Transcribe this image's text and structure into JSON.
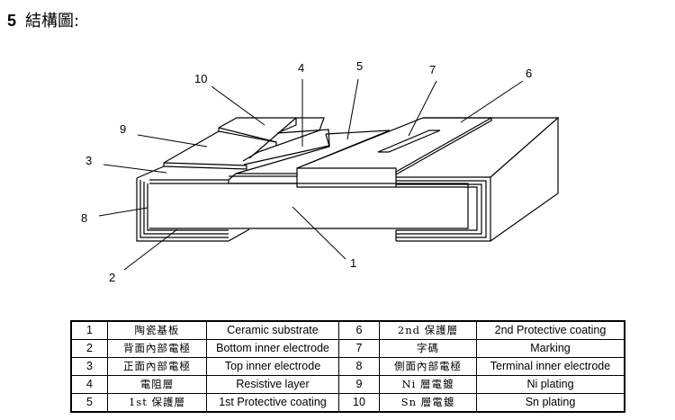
{
  "title": {
    "number": "5",
    "text": "結構圖:"
  },
  "diagram": {
    "callouts": [
      "1",
      "2",
      "3",
      "4",
      "5",
      "6",
      "7",
      "8",
      "9",
      "10"
    ]
  },
  "legend": {
    "rows": [
      {
        "left": {
          "no": "1",
          "zh": "陶瓷基板",
          "en": "Ceramic substrate"
        },
        "right": {
          "no": "6",
          "zh": "2nd 保護層",
          "en": "2nd  Protective coating"
        }
      },
      {
        "left": {
          "no": "2",
          "zh": "背面內部電極",
          "en": "Bottom inner electrode"
        },
        "right": {
          "no": "7",
          "zh": "字碼",
          "en": "Marking"
        }
      },
      {
        "left": {
          "no": "3",
          "zh": "正面內部電極",
          "en": "Top inner electrode"
        },
        "right": {
          "no": "8",
          "zh": "側面內部電極",
          "en": "Terminal inner electrode"
        }
      },
      {
        "left": {
          "no": "4",
          "zh": "電阻層",
          "en": "Resistive layer"
        },
        "right": {
          "no": "9",
          "zh": "Ni 層電鍍",
          "en": "Ni plating"
        }
      },
      {
        "left": {
          "no": "5",
          "zh": "1st  保護層",
          "en": "1st  Protective coating"
        },
        "right": {
          "no": "10",
          "zh": "Sn 層電鍍",
          "en": "Sn plating"
        }
      }
    ]
  }
}
